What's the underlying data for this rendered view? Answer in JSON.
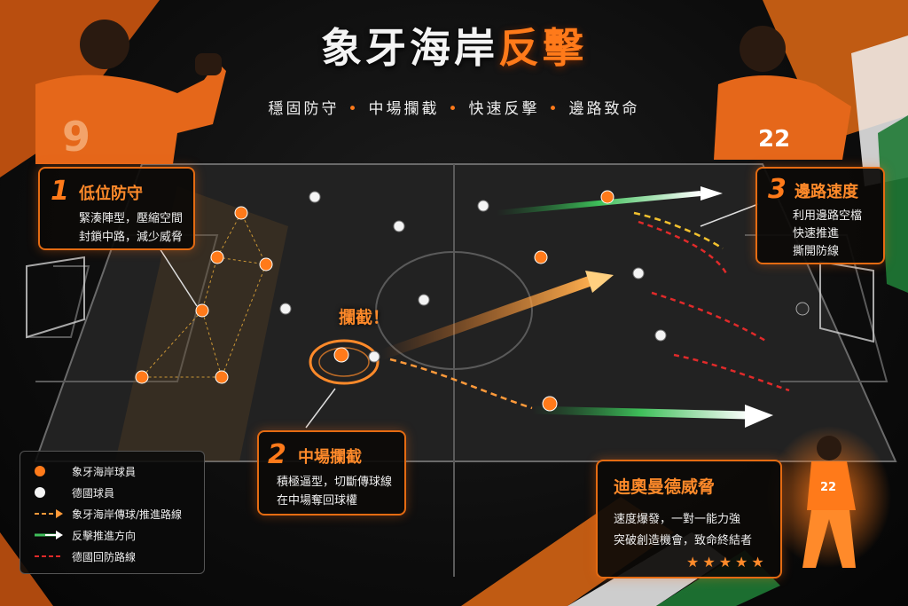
{
  "header": {
    "title_part1": "象牙海岸",
    "title_part2": "反擊",
    "subtitle": [
      "穩固防守",
      "中場攔截",
      "快速反擊",
      "邊路致命"
    ],
    "separator": "•"
  },
  "panels": {
    "low_defense": {
      "number": "1",
      "title": "低位防守",
      "lines": [
        "緊湊陣型，壓縮空間",
        "封鎖中路，減少威脅"
      ]
    },
    "midfield_intercept": {
      "number": "2",
      "title": "中場攔截",
      "lines": [
        "積極逼型，切斷傳球線",
        "在中場奪回球權"
      ]
    },
    "wing_speed": {
      "number": "3",
      "title": "邊路速度",
      "lines": [
        "利用邊路空檔",
        "快速推進",
        "撕開防線"
      ]
    },
    "diomande": {
      "title": "迪奧曼德威脅",
      "lines": [
        "速度爆發，一對一能力強",
        "突破創造機會，致命終結者"
      ],
      "stars": "★★★★★"
    }
  },
  "callout": {
    "intercept": "攔截！"
  },
  "players": {
    "left_number": "9",
    "right_number": "22",
    "inset_number": "22"
  },
  "legend": {
    "items": [
      {
        "label": "象牙海岸球員",
        "kind": "orange-dot"
      },
      {
        "label": "德國球員",
        "kind": "white-dot"
      },
      {
        "label": "象牙海岸傳球/推進路線",
        "kind": "orange-dash-arrow"
      },
      {
        "label": "反擊推進方向",
        "kind": "green-white-arrow"
      },
      {
        "label": "德國回防路線",
        "kind": "red-dash"
      }
    ]
  },
  "colors": {
    "orange": "#ff7a1a",
    "green": "#1f8a3a",
    "white": "#f4f4f4",
    "red": "#e02a2a",
    "yellow": "#f2c12e",
    "pitch": "#222"
  }
}
